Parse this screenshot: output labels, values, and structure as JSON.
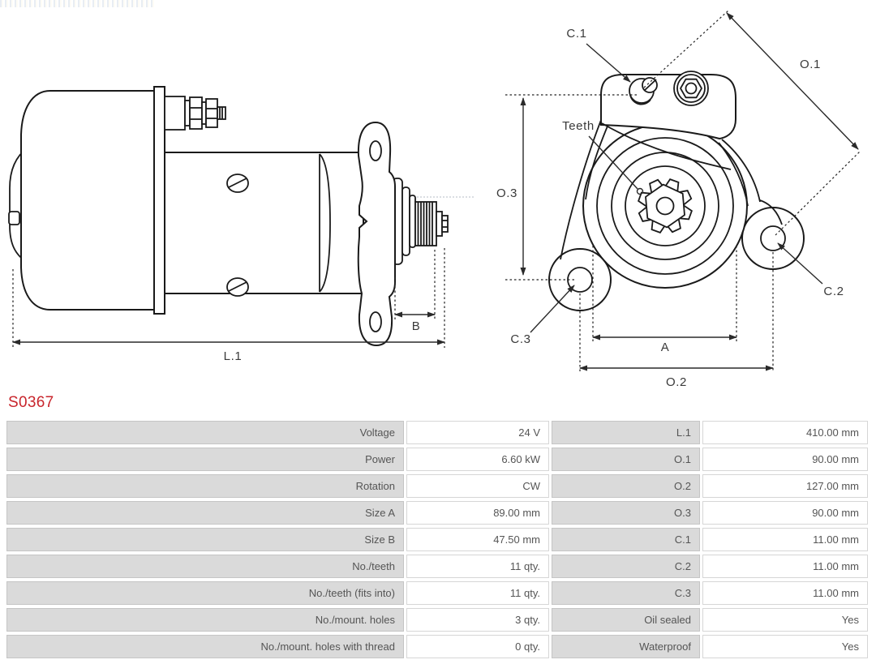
{
  "part_number": "S0367",
  "colors": {
    "accent_red": "#c8252c",
    "line_art": "#1a1a1a",
    "dimension_lines": "#2a2a2a",
    "table_label_bg": "#dadada",
    "table_text": "#555555"
  },
  "side_view": {
    "label_length": "L.1",
    "label_pinion_length": "B"
  },
  "front_view": {
    "label_c1": "C.1",
    "label_c2": "C.2",
    "label_c3": "C.3",
    "label_o1": "O.1",
    "label_o2": "O.2",
    "label_o3": "O.3",
    "label_a": "A",
    "label_teeth": "Teeth"
  },
  "spec_table": {
    "rows": [
      {
        "label_left": "Voltage",
        "value_left": "24 V",
        "label_right": "L.1",
        "value_right": "410.00 mm"
      },
      {
        "label_left": "Power",
        "value_left": "6.60 kW",
        "label_right": "O.1",
        "value_right": "90.00 mm"
      },
      {
        "label_left": "Rotation",
        "value_left": "CW",
        "label_right": "O.2",
        "value_right": "127.00 mm"
      },
      {
        "label_left": "Size A",
        "value_left": "89.00 mm",
        "label_right": "O.3",
        "value_right": "90.00 mm"
      },
      {
        "label_left": "Size B",
        "value_left": "47.50 mm",
        "label_right": "C.1",
        "value_right": "11.00 mm"
      },
      {
        "label_left": "No./teeth",
        "value_left": "11 qty.",
        "label_right": "C.2",
        "value_right": "11.00 mm"
      },
      {
        "label_left": "No./teeth (fits into)",
        "value_left": "11 qty.",
        "label_right": "C.3",
        "value_right": "11.00 mm"
      },
      {
        "label_left": "No./mount. holes",
        "value_left": "3 qty.",
        "label_right": "Oil sealed",
        "value_right": "Yes"
      },
      {
        "label_left": "No./mount. holes with thread",
        "value_left": "0 qty.",
        "label_right": "Waterproof",
        "value_right": "Yes"
      }
    ]
  }
}
